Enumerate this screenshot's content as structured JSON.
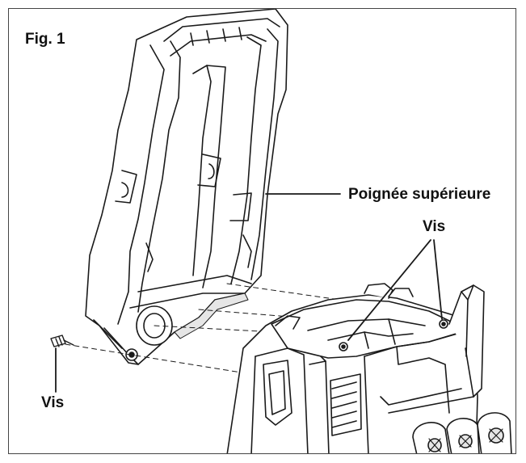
{
  "figure": {
    "title": "Fig. 1",
    "labels": {
      "upper_handle": "Poignée supérieure",
      "screw_top": "Vis",
      "screw_left": "Vis"
    }
  },
  "colors": {
    "line": "#1a1a1a",
    "fill": "#ffffff",
    "shade": "#e6e6e6"
  }
}
